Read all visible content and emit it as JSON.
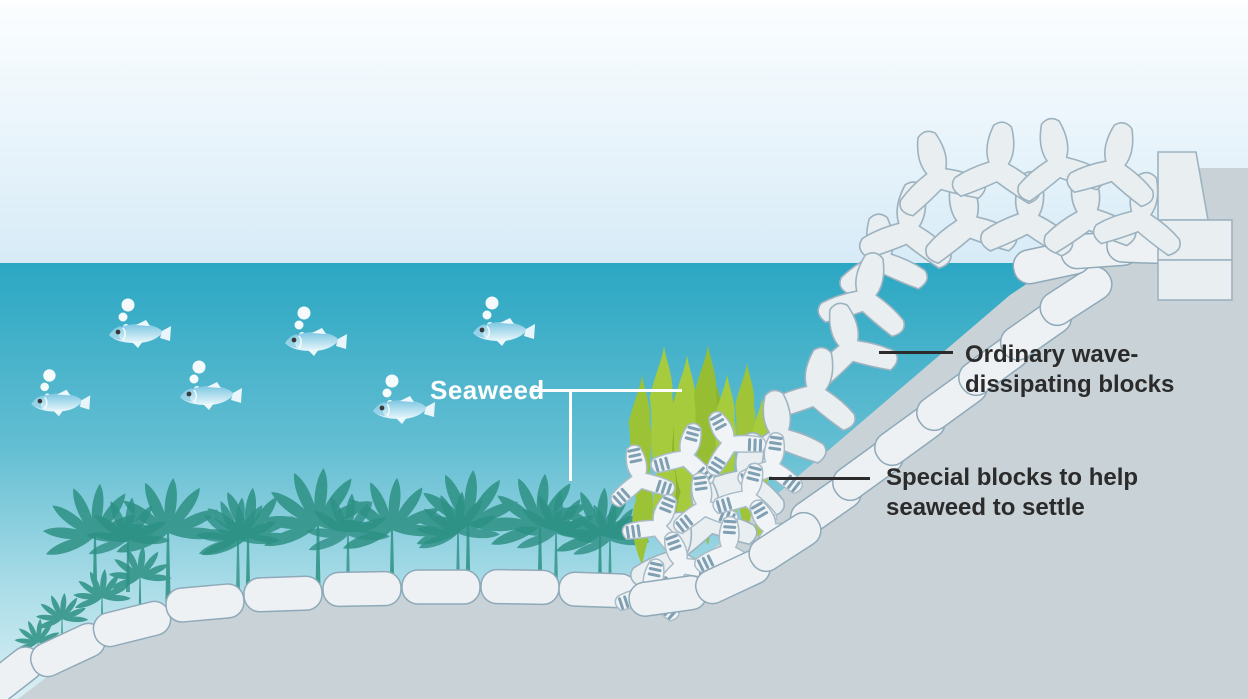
{
  "diagram": {
    "subject": "Breakwater cross-section showing seaweed settling on special wave-dissipating blocks",
    "labels": {
      "seaweed": "Seaweed",
      "ordinary_blocks_line1": "Ordinary wave-",
      "ordinary_blocks_line2": "dissipating blocks",
      "special_blocks_line1": "Special blocks to help",
      "special_blocks_line2": "seaweed to settle"
    },
    "colors": {
      "sky_top": "#fcfeff",
      "sky_bottom": "#d7ebf7",
      "water_top": "#2ba7c3",
      "water_bottom": "#daeff4",
      "embankment": "#c8d2d7",
      "block_fill": "#e9eef1",
      "block_stroke": "#9db3c0",
      "stone_fill": "#edf1f3",
      "stone_stroke": "#8fa9b9",
      "stripe_color": "#7f9fb2",
      "kelp_green": "#a6cb3d",
      "kelp_green_dark": "#8db32e",
      "seaweed_teal": "#2d9184",
      "seaweed_teal_dark": "#1f8578",
      "fish_blue": "#a9dcf0",
      "label_dark": "#2b2b2b",
      "label_light": "#ffffff"
    },
    "elements": {
      "fish_count": 6,
      "fish_icon": "fish-icon",
      "bubble_icon": "bubble-icon",
      "teal_seaweed_icon": "seaweed-plant-icon",
      "green_kelp_icon": "kelp-blade-icon",
      "ordinary_block_icon": "tetrapod-block-icon",
      "special_block_icon": "striped-tripod-block-icon",
      "armor_stone_icon": "armor-stone-icon",
      "seawall_icon": "seawall-cap-icon"
    }
  }
}
